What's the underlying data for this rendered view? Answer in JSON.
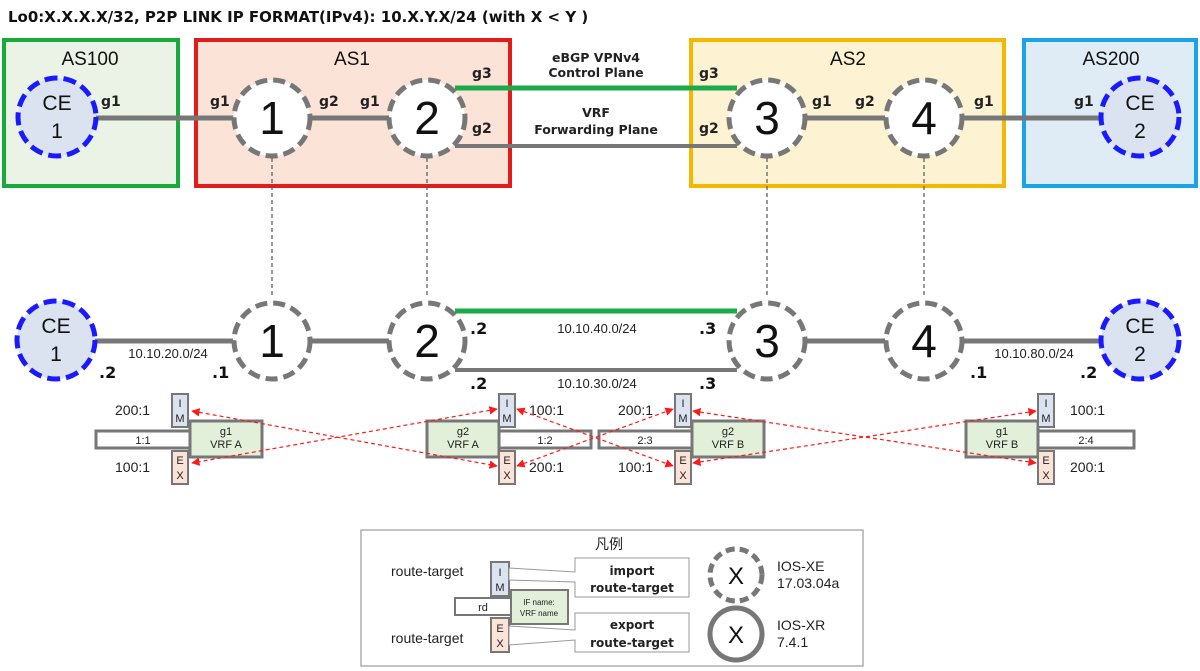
{
  "title": "Lo0:X.X.X.X/32, P2P LINK IP FORMAT(IPv4): 10.X.Y.X/24 (with X < Y )",
  "colors": {
    "as100": "#1aaa3a",
    "as1": "#e21b1b",
    "as2": "#f5b800",
    "as200": "#1aa3e8",
    "ce": "#1a1aff",
    "control": "#1aaa4a",
    "link": "#777777",
    "arrow": "#ff1a1a"
  },
  "top": {
    "as100": "AS100",
    "as1": "AS1",
    "as2": "AS2",
    "as200": "AS200",
    "ce_label": "CE",
    "ce1_num": "1",
    "ce2_num": "2",
    "nodes": [
      "1",
      "2",
      "3",
      "4"
    ],
    "ifaces": {
      "ce1_g1": "g1",
      "r1_g1": "g1",
      "r1_g2": "g2",
      "r2_g1": "g1",
      "r2_g3": "g3",
      "r2_g2": "g2",
      "r3_g3": "g3",
      "r3_g2": "g2",
      "r3_g1": "g1",
      "r4_g2": "g2",
      "r4_g1": "g1",
      "ce2_g1": "g1"
    },
    "control_plane": [
      "eBGP VPNv4",
      "Control Plane"
    ],
    "forwarding_plane": [
      "VRF",
      "Forwarding Plane"
    ]
  },
  "bottom": {
    "net_ce1": "10.10.20.0/24",
    "net_40": "10.10.40.0/24",
    "net_30": "10.10.30.0/24",
    "net_ce2": "10.10.80.0/24",
    "host_ce1": ".2",
    "host_r1": ".1",
    "host_r2_top": ".2",
    "host_r3_top": ".3",
    "host_r2_bot": ".2",
    "host_r3_bot": ".3",
    "host_r4": ".1",
    "host_ce2": ".2"
  },
  "vrf": {
    "im_letters": [
      "I",
      "M"
    ],
    "ex_letters": [
      "E",
      "X"
    ],
    "r1": {
      "import_rt": "200:1",
      "export_rt": "100:1",
      "rd": "1:1",
      "iface": "g1",
      "vrf": "VRF A"
    },
    "r2": {
      "import_rt": "100:1",
      "export_rt": "200:1",
      "rd": "1:2",
      "iface": "g2",
      "vrf": "VRF A"
    },
    "r3": {
      "import_rt": "200:1",
      "export_rt": "100:1",
      "rd": "2:3",
      "iface": "g2",
      "vrf": "VRF B"
    },
    "r4": {
      "import_rt": "100:1",
      "export_rt": "200:1",
      "rd": "2:4",
      "iface": "g1",
      "vrf": "VRF B"
    }
  },
  "legend": {
    "title": "凡例",
    "rt_top": "route-target",
    "rt_bottom": "route-target",
    "rd": "rd",
    "if_name": "IF name:",
    "vrf_name": "VRF name",
    "import_1": "import",
    "import_2": "route-target",
    "export_1": "export",
    "export_2": "route-target",
    "x": "X",
    "xe_1": "IOS-XE",
    "xe_2": "17.03.04a",
    "xr_1": "IOS-XR",
    "xr_2": "7.4.1"
  }
}
